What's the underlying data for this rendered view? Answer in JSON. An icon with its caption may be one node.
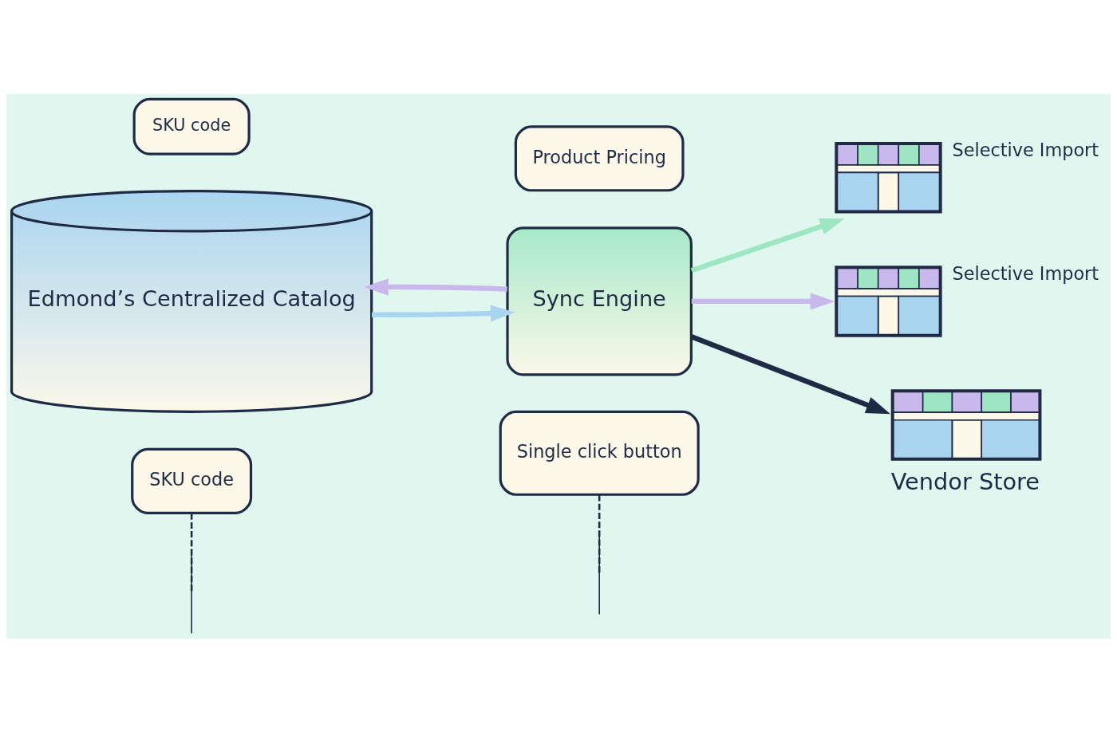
{
  "diagram": {
    "nodes": [
      {
        "text": [
          "Edmond’s Centralized Catalog"
        ]
      },
      {
        "text": [
          "SKU code"
        ]
      },
      {
        "text": [
          "Product Pricing"
        ]
      },
      {
        "text": [
          "Sync Engine"
        ]
      },
      {
        "text": [
          "SKU code"
        ]
      },
      {
        "text": [
          "Single click button"
        ]
      },
      {
        "text": [],
        "shape": "picture",
        "beside": [
          "Selective Import"
        ]
      },
      {
        "text": [],
        "shape": "picture",
        "beside": [
          "Selective Import"
        ]
      },
      {
        "text": [
          "Vendor Store"
        ]
      }
    ],
    "edges": [
      {
        "from": 0,
        "to": 3,
        "arrow": "to",
        "color": "#a9d4f0"
      },
      {
        "from": 3,
        "to": 0,
        "arrow": "to",
        "color": "#c8b8ec"
      },
      {
        "from": 3,
        "to": 6,
        "arrow": "to",
        "color": "#9ee5c4"
      },
      {
        "from": 3,
        "to": 7,
        "arrow": "to",
        "color": "#c8b8ec"
      },
      {
        "from": 3,
        "to": 8,
        "arrow": "to"
      },
      {
        "from": 4,
        "to": null,
        "arrow": "none",
        "style": "dashed"
      },
      {
        "from": 5,
        "to": null,
        "arrow": "none",
        "style": "dashed"
      }
    ]
  }
}
